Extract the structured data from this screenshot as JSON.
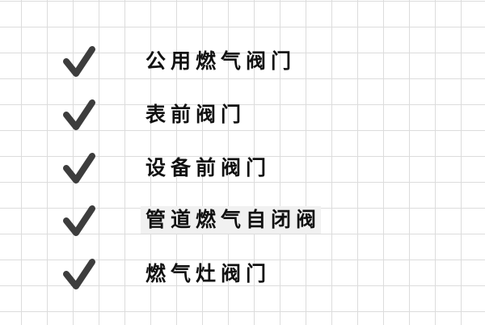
{
  "colors": {
    "check": "#3d3d3d",
    "text": "#111111",
    "grid": "#dcdcdc",
    "highlight": "#f1f1f1"
  },
  "items": [
    {
      "icon": "checkmark-icon",
      "label": "公用燃气阀门",
      "highlighted": false
    },
    {
      "icon": "checkmark-icon",
      "label": "表前阀门",
      "highlighted": false
    },
    {
      "icon": "checkmark-icon",
      "label": "设备前阀门",
      "highlighted": false
    },
    {
      "icon": "checkmark-icon",
      "label": "管道燃气自闭阀",
      "highlighted": true
    },
    {
      "icon": "checkmark-icon",
      "label": "燃气灶阀门",
      "highlighted": false
    }
  ]
}
